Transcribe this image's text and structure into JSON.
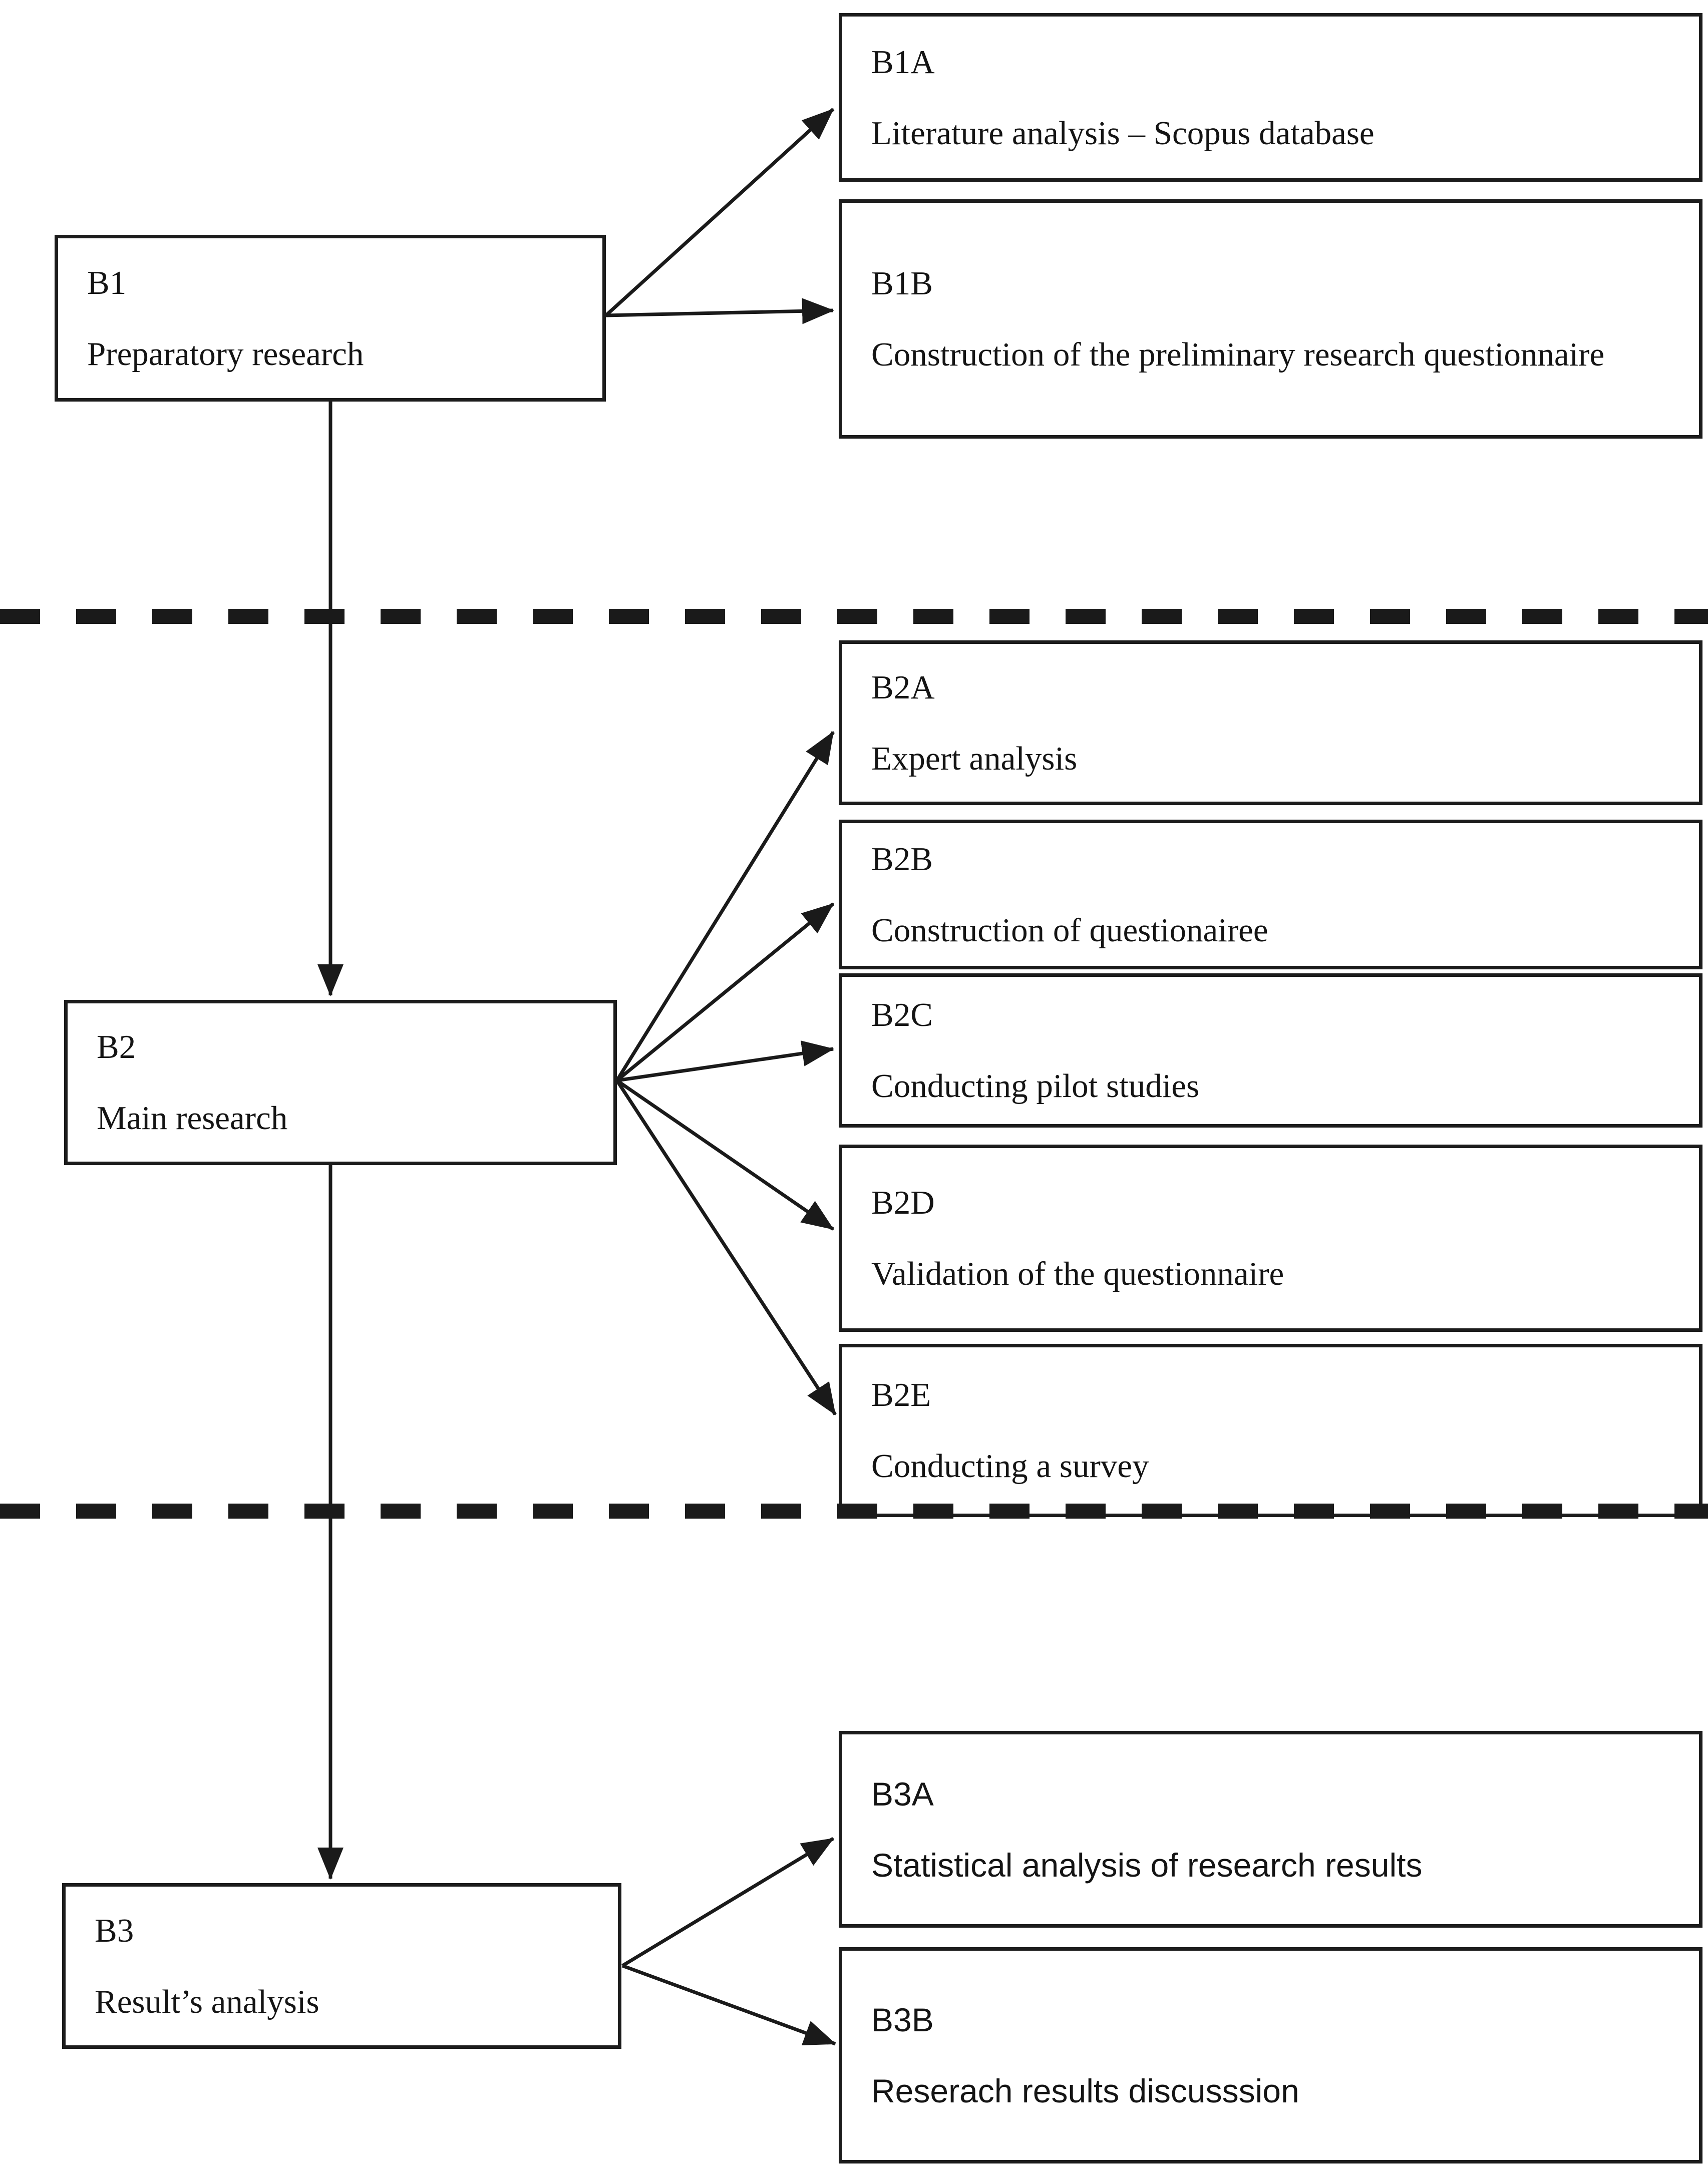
{
  "diagram": {
    "title": "Research procedure flowchart",
    "colors": {
      "background": "#ffffff",
      "box_border": "#1c1c1c",
      "line": "#1a1a1a",
      "text": "#141414"
    },
    "nodes": {
      "b1": {
        "label": "B1",
        "desc": "Preparatory research"
      },
      "b1a": {
        "label": "B1A",
        "desc": "Literature analysis – Scopus database"
      },
      "b1b": {
        "label": "B1B",
        "desc": "Construction of the preliminary research questionnaire"
      },
      "b2": {
        "label": "B2",
        "desc": "Main research"
      },
      "b2a": {
        "label": "B2A",
        "desc": "Expert analysis"
      },
      "b2b": {
        "label": "B2B",
        "desc": "Construction of questionairee"
      },
      "b2c": {
        "label": "B2C",
        "desc": "Conducting pilot studies"
      },
      "b2d": {
        "label": "B2D",
        "desc": "Validation of the questionnaire"
      },
      "b2e": {
        "label": "B2E",
        "desc": "Conducting a survey"
      },
      "b3": {
        "label": "B3",
        "desc": "Result’s analysis"
      },
      "b3a": {
        "label": "B3A",
        "desc": "Statistical analysis of research results"
      },
      "b3b": {
        "label": "B3B",
        "desc": "Reserach results discusssion"
      }
    }
  }
}
